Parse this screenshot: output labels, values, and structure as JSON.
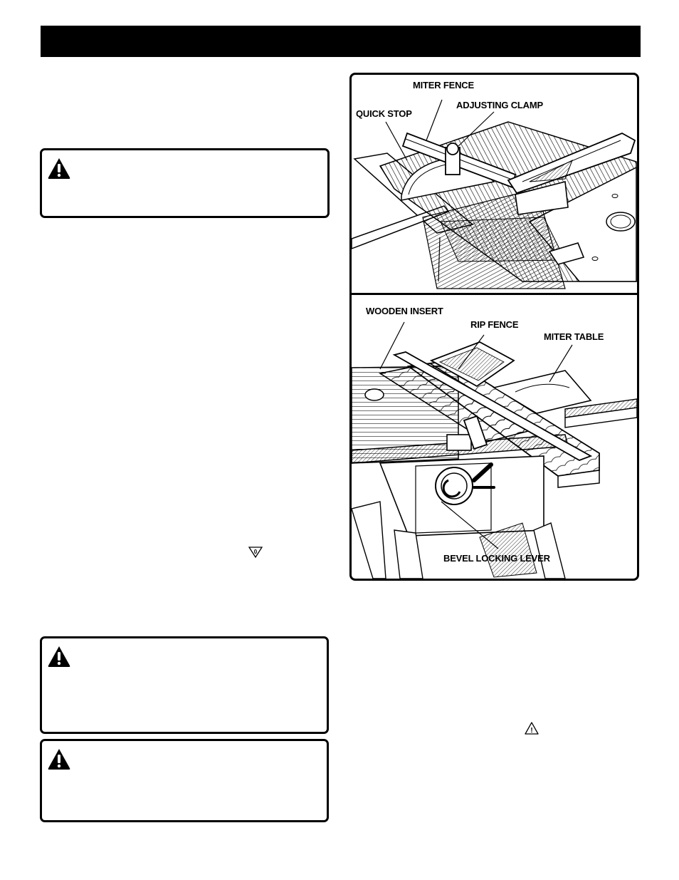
{
  "figure": {
    "labels": {
      "miter_fence": "MITER FENCE",
      "adjusting_clamp": "ADJUSTING CLAMP",
      "quick_stop": "QUICK STOP",
      "wooden_insert": "WOODEN INSERT",
      "rip_fence": "RIP FENCE",
      "miter_table": "MITER TABLE",
      "bevel_locking_lever": "BEVEL LOCKING LEVER"
    }
  },
  "warnings": [
    {
      "icon": "warning-triangle-icon"
    },
    {
      "icon": "warning-triangle-icon"
    },
    {
      "icon": "warning-triangle-icon"
    }
  ],
  "inline_symbols": {
    "zero_degree_symbol": "0",
    "safety_alert_symbol": "!"
  }
}
